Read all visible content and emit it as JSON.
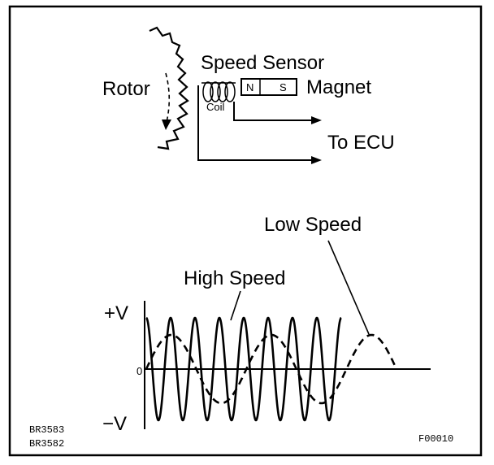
{
  "diagram": {
    "labels": {
      "rotor": "Rotor",
      "speed_sensor": "Speed Sensor",
      "magnet": "Magnet",
      "coil": "Coil",
      "north_pole": "N",
      "south_pole": "S",
      "to_ecu": "To ECU",
      "low_speed": "Low Speed",
      "high_speed": "High Speed",
      "plus_v": "+V",
      "minus_v": "−V",
      "zero": "0"
    },
    "codes": {
      "ref_1": "BR3583",
      "ref_2": "BR3582",
      "figure_id": "F00010"
    }
  }
}
